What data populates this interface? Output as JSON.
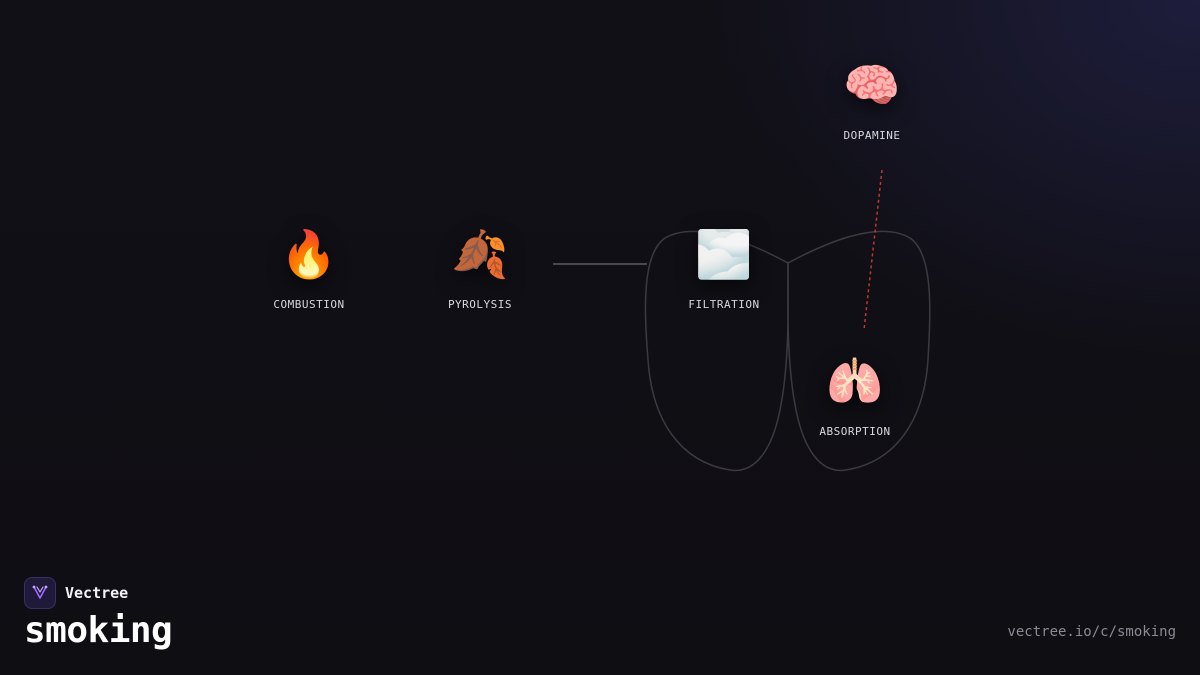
{
  "brand": {
    "name": "Vectree",
    "logo_icon": "vectree-logo-icon",
    "accent": "#8b5cf6"
  },
  "title": "smoking",
  "footer": {
    "url": "vectree.io/c/smoking"
  },
  "nodes": [
    {
      "id": "combustion",
      "label": "COMBUSTION",
      "icon": "fire-icon",
      "glyph": "🔥"
    },
    {
      "id": "pyrolysis",
      "label": "PYROLYSIS",
      "icon": "falling-leaves-icon",
      "glyph": "🍂"
    },
    {
      "id": "filtration",
      "label": "FILTRATION",
      "icon": "fog-cloud-icon",
      "glyph": "🌫️"
    },
    {
      "id": "dopamine",
      "label": "DOPAMINE",
      "icon": "brain-icon",
      "glyph": "🧠"
    },
    {
      "id": "absorption",
      "label": "ABSORPTION",
      "icon": "lungs-icon",
      "glyph": "🫁"
    }
  ],
  "connections": [
    {
      "from": "pyrolysis",
      "to": "filtration",
      "style": "solid",
      "color": "#6b6b72"
    },
    {
      "from": "dopamine",
      "to": "absorption",
      "style": "dashed",
      "color": "#c0392b"
    }
  ],
  "outline": {
    "icon": "lungs-outline",
    "color": "#3a3a40"
  }
}
